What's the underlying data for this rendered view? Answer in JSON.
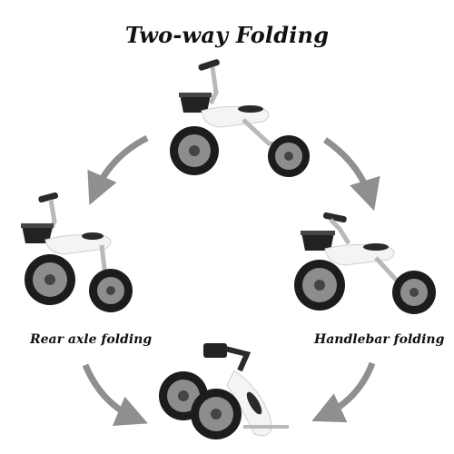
{
  "title": "Two-way Folding",
  "captions": {
    "left": "Rear axle folding",
    "right": "Handlebar folding"
  },
  "colors": {
    "arrow": "#8f8f8f",
    "tire": "#1c1c1c",
    "hub": "#8d8d8d",
    "body": "#f4f4f4",
    "accent": "#2a2a2a",
    "metal": "#b9b9b9"
  }
}
